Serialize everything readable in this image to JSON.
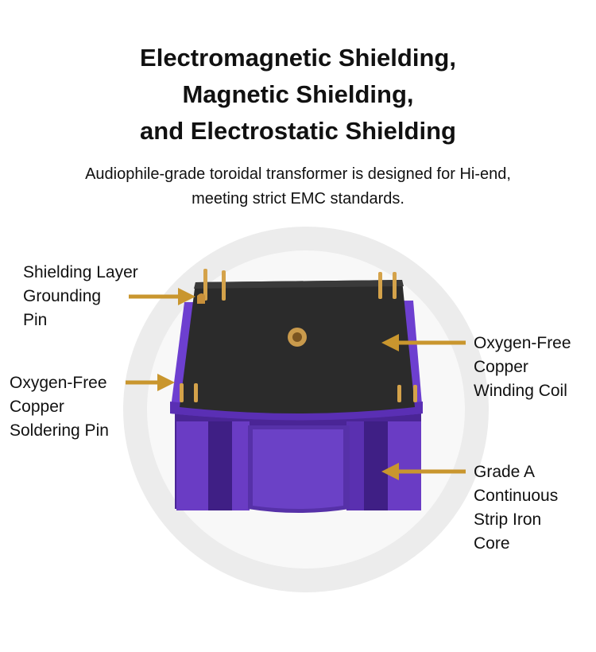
{
  "header": {
    "title_lines": [
      "Electromagnetic Shielding,",
      "Magnetic Shielding,",
      "and Electrostatic Shielding"
    ],
    "subtitle_lines": [
      "Audiophile-grade toroidal transformer is designed for Hi-end,",
      "meeting strict EMC standards."
    ]
  },
  "labels": {
    "grounding_pin": [
      "Shielding Layer",
      "Grounding",
      "Pin"
    ],
    "soldering_pin": [
      "Oxygen-Free",
      "Copper",
      "Soldering Pin"
    ],
    "winding_coil": [
      "Oxygen-Free",
      "Copper",
      "Winding Coil"
    ],
    "iron_core": [
      "Grade A",
      "Continuous",
      "Strip Iron",
      "Core"
    ]
  },
  "colors": {
    "arrow": "#c9962e",
    "housing_purple": "#5b2fb0",
    "top_plate": "#2b2b2b",
    "pin_gold": "#d4a24a"
  }
}
